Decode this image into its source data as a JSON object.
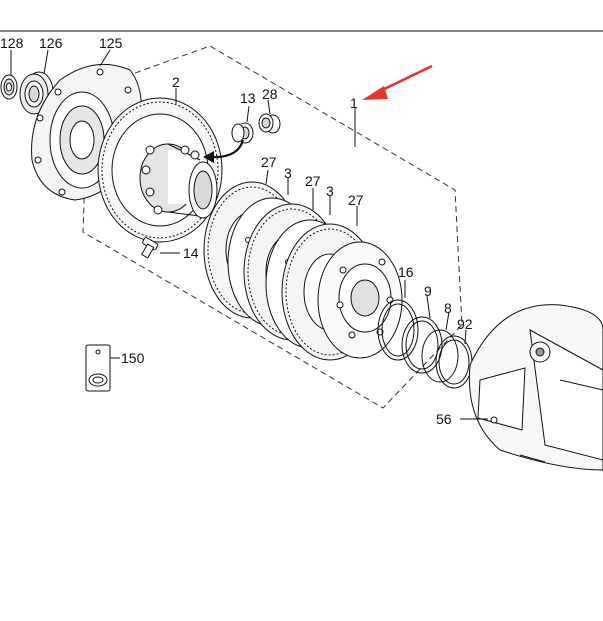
{
  "callouts": {
    "c128": "128",
    "c126": "126",
    "c125": "125",
    "c2": "2",
    "c13": "13",
    "c28": "28",
    "c1": "1",
    "c27a": "27",
    "c3a": "3",
    "c27b": "27",
    "c3b": "3",
    "c27c": "27",
    "c14": "14",
    "c16": "16",
    "c9": "9",
    "c8": "8",
    "c92": "92",
    "c150": "150",
    "c56": "56"
  },
  "colors": {
    "line": "#111111",
    "arrow_highlight": "#e8352c",
    "shade": "#d9d9d9",
    "dark_shade": "#9a9a9a"
  },
  "icons": {
    "pointer": "red-pointer-arrow",
    "curved_arrow": "black-curved-arrow"
  }
}
